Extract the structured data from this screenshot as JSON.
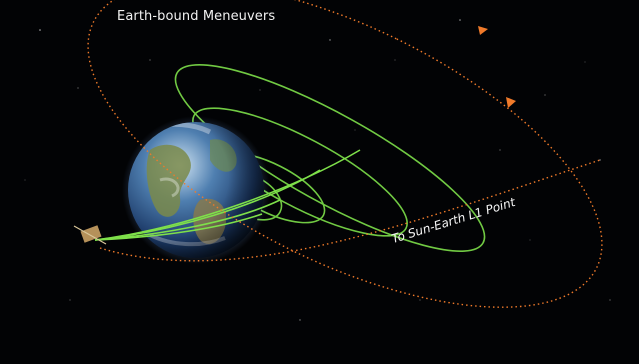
{
  "title": "Earth-bound Meneuvers",
  "path_label": "To Sun-Earth  L1 Point",
  "colors": {
    "background": "#020305",
    "transfer_orbit": "#f07a2a",
    "earth_orbits": "#7ee04a",
    "earth_ocean": "#2a4d8a",
    "earth_land": "#7a8a4a",
    "text": "#f2f2f2"
  },
  "icons": {
    "planet": "earth",
    "vehicle": "spacecraft",
    "direction": "arrowhead"
  }
}
